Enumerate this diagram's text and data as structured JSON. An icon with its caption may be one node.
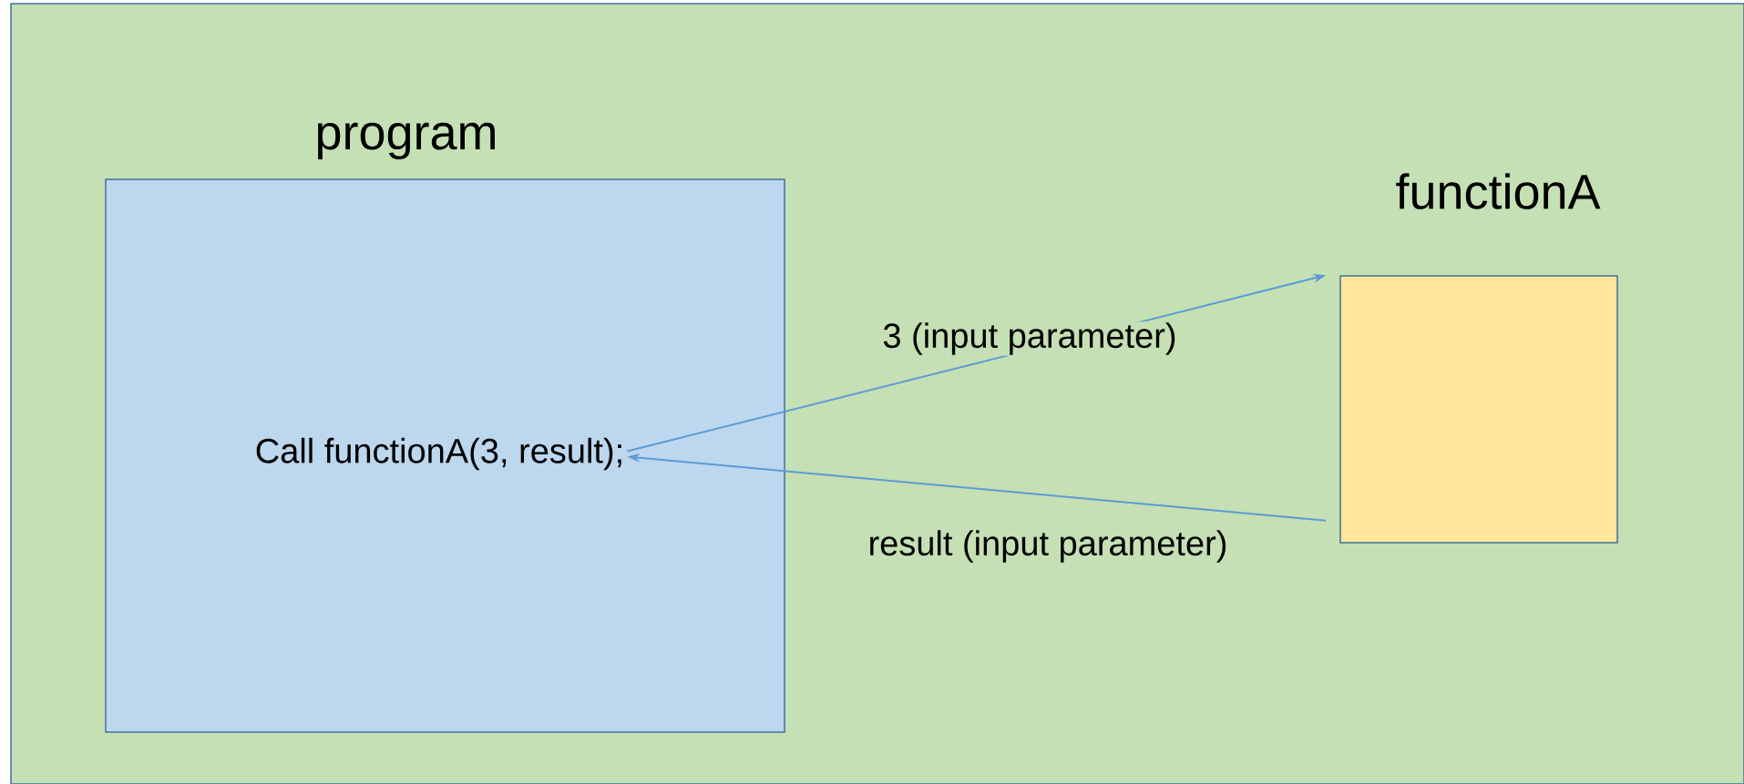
{
  "diagram": {
    "nodes": [
      {
        "text": [
          "program"
        ]
      },
      {
        "text": [
          "Call functionA(3, result);"
        ],
        "in": 0
      },
      {
        "text": [
          "functionA"
        ]
      }
    ],
    "edges": [
      {
        "from": 1,
        "to": 2,
        "arrow": "to",
        "label": "3 (input parameter)"
      },
      {
        "from": 2,
        "to": 1,
        "arrow": "to",
        "label": "result (input parameter)"
      }
    ]
  }
}
